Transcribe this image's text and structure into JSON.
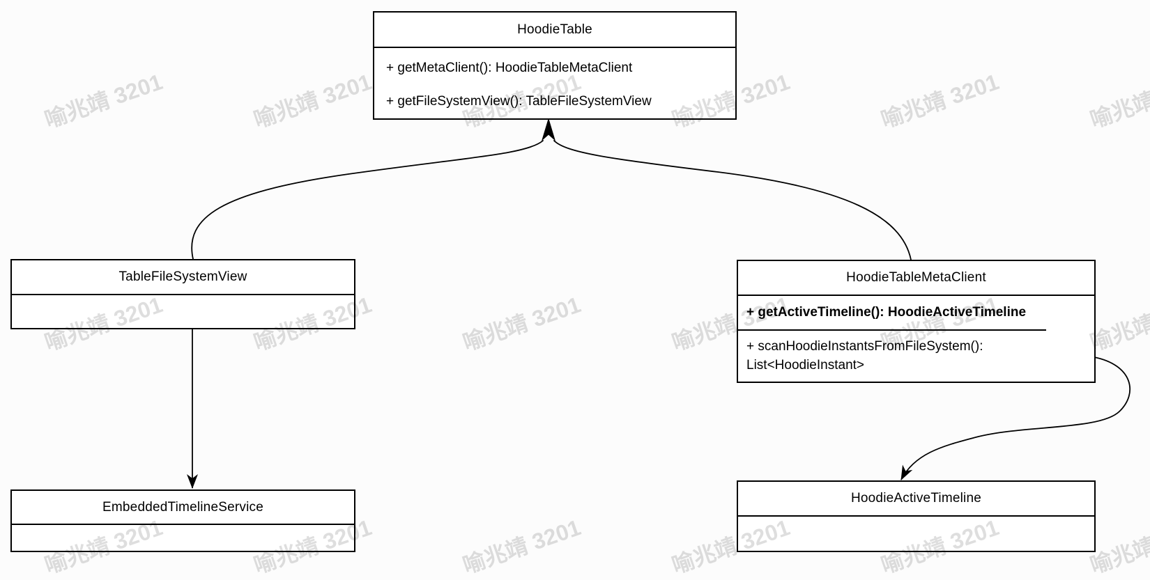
{
  "diagram_title": "UML class diagram",
  "watermark": {
    "text": "喻兆靖 3201"
  },
  "colors": {
    "background": "#fcfcfc",
    "box_fill": "#ffffff",
    "stroke": "#000000",
    "watermark": "rgba(0,0,0,0.13)"
  },
  "classes": {
    "hoodie_table": {
      "title": "HoodieTable",
      "methods": [
        "+ getMetaClient(): HoodieTableMetaClient",
        "+ getFileSystemView(): TableFileSystemView"
      ]
    },
    "table_file_system_view": {
      "title": "TableFileSystemView",
      "methods": []
    },
    "hoodie_table_meta_client": {
      "title": "HoodieTableMetaClient",
      "methods": [
        "+ getActiveTimeline(): HoodieActiveTimeline",
        "+ scanHoodieInstantsFromFileSystem(): List<HoodieInstant>"
      ]
    },
    "embedded_timeline_service": {
      "title": "EmbeddedTimelineService",
      "methods": []
    },
    "hoodie_active_timeline": {
      "title": "HoodieActiveTimeline",
      "methods": []
    }
  },
  "relations": [
    {
      "from": "TableFileSystemView",
      "to": "HoodieTable",
      "style": "curved-arrow"
    },
    {
      "from": "HoodieTableMetaClient",
      "to": "HoodieTable",
      "style": "curved-arrow"
    },
    {
      "from": "TableFileSystemView",
      "to": "EmbeddedTimelineService",
      "style": "straight-arrow"
    },
    {
      "from": "HoodieTableMetaClient",
      "to": "HoodieActiveTimeline",
      "style": "curved-arrow"
    }
  ]
}
